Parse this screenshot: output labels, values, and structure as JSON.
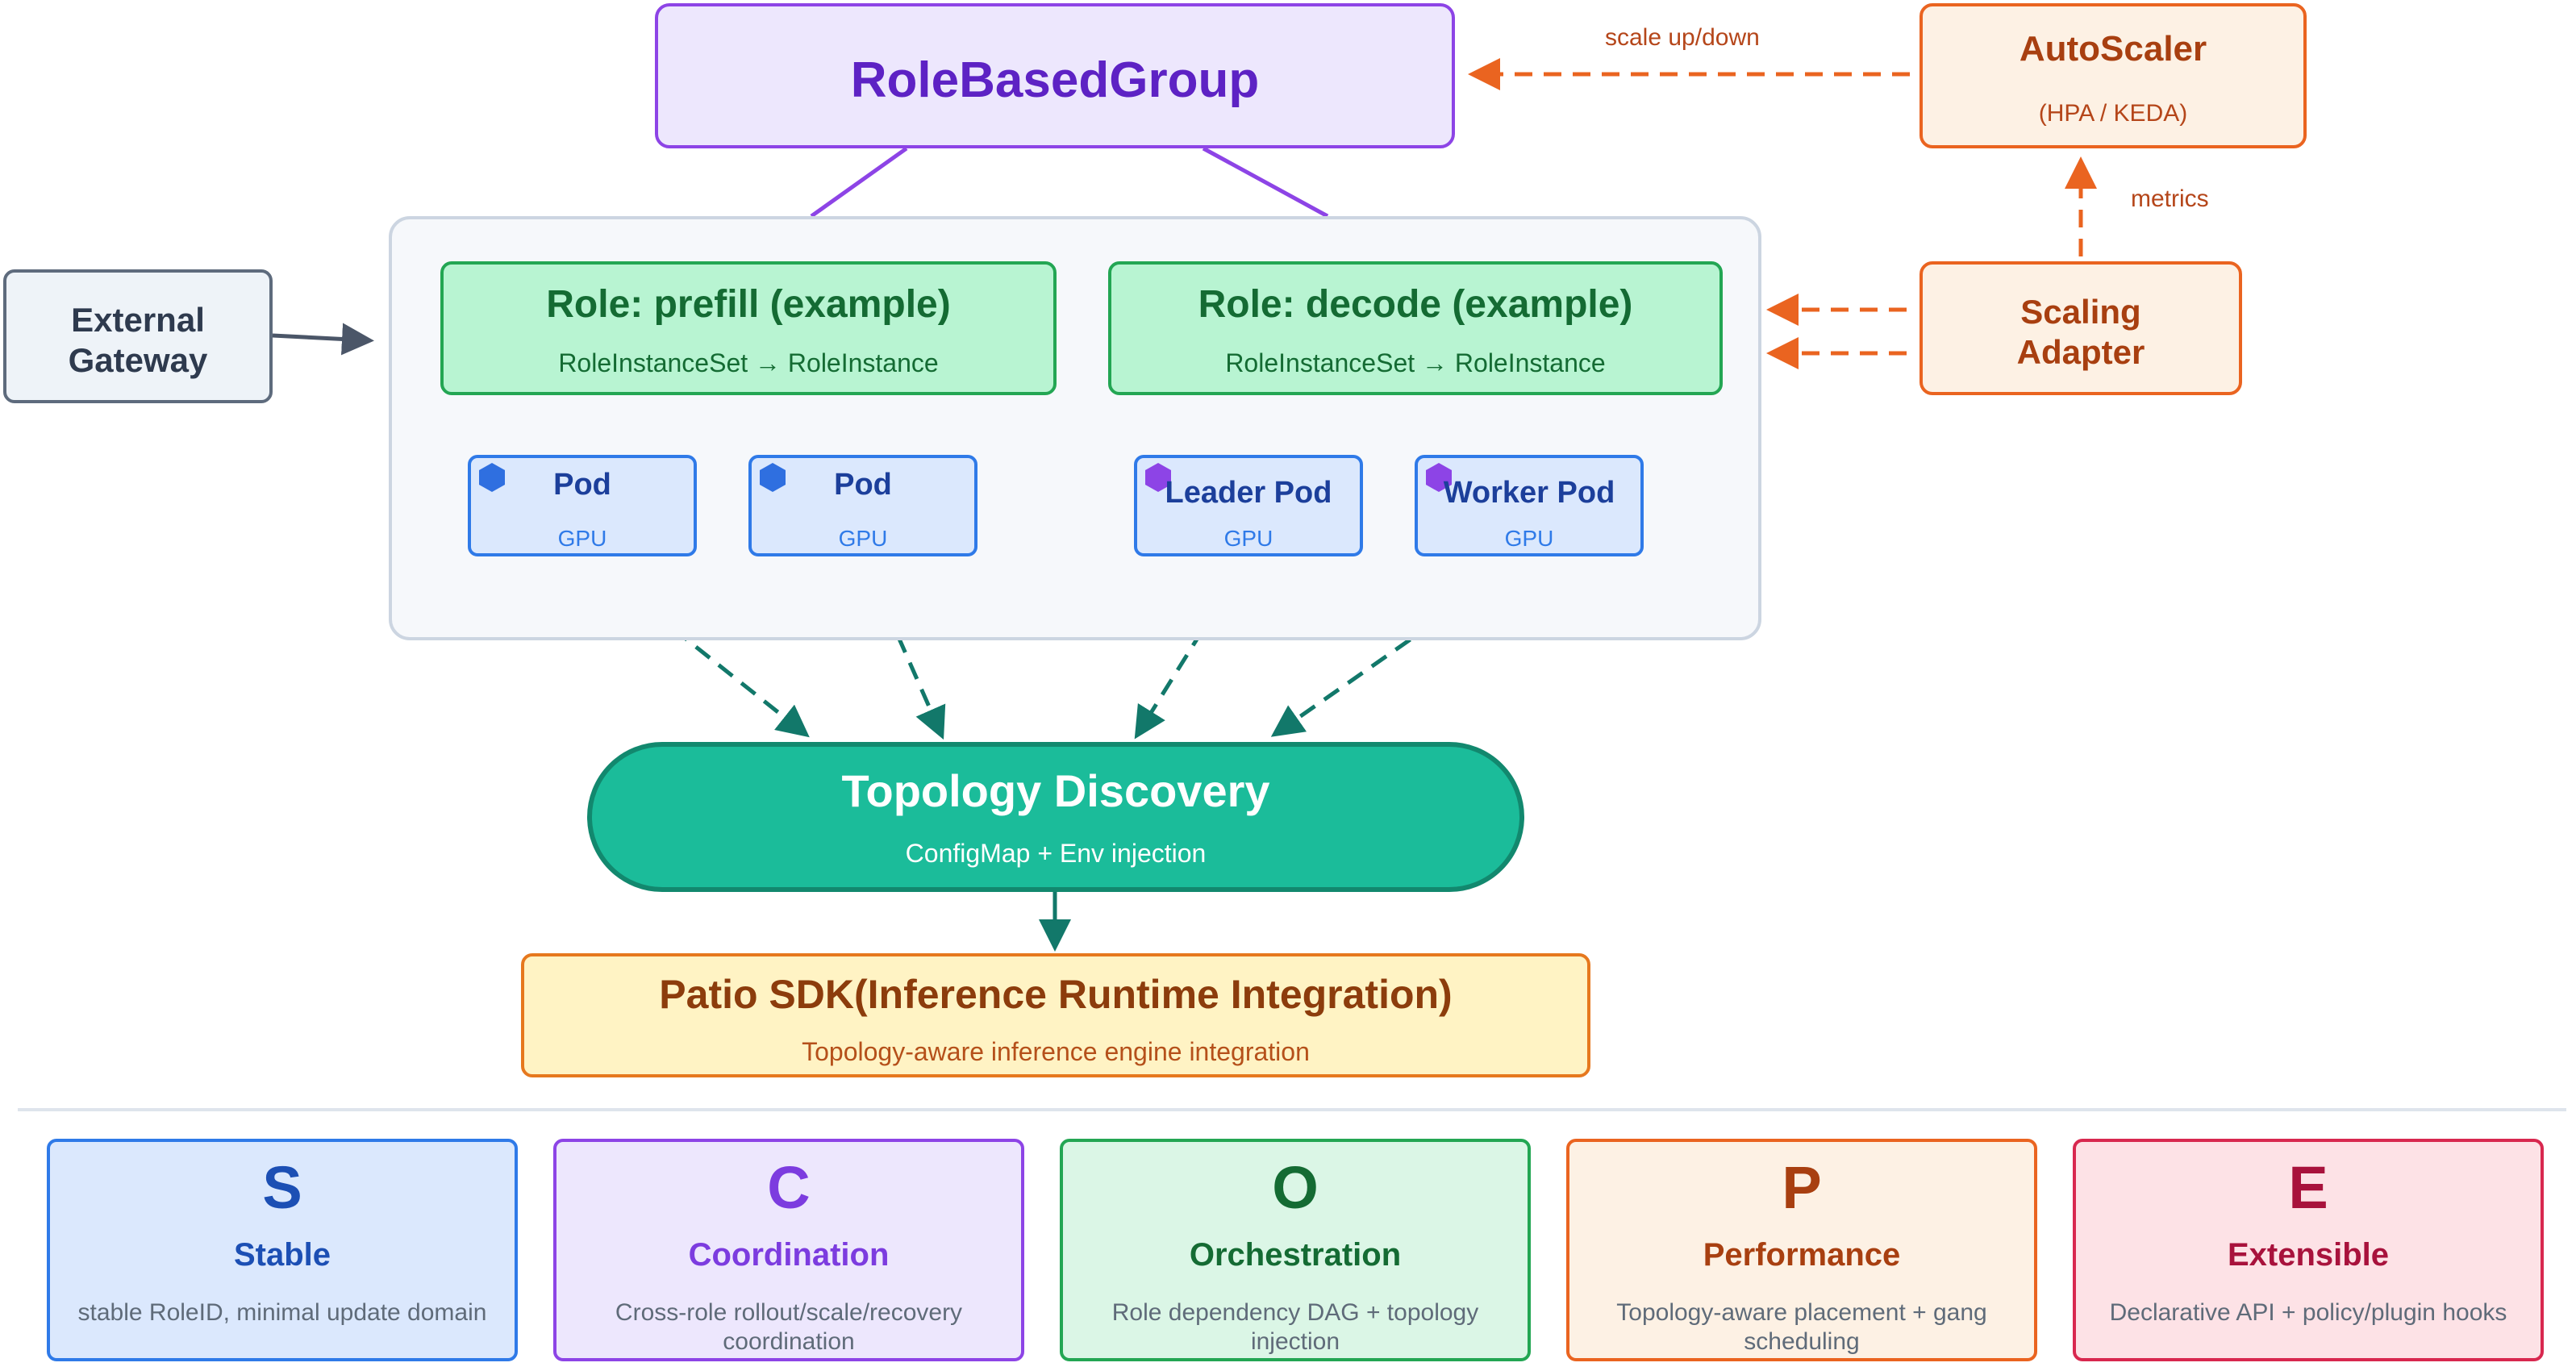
{
  "role_based_group": {
    "title": "RoleBasedGroup"
  },
  "autoscaler": {
    "title": "AutoScaler",
    "subtitle": "(HPA / KEDA)"
  },
  "scaling_adapter": {
    "title": "Scaling Adapter"
  },
  "external_gateway": {
    "title": "External Gateway"
  },
  "edge_labels": {
    "scale": "scale up/down",
    "metrics": "metrics"
  },
  "roles": [
    {
      "title": "Role: prefill (example)",
      "subtitle": "RoleInstanceSet → RoleInstance"
    },
    {
      "title": "Role: decode (example)",
      "subtitle": "RoleInstanceSet → RoleInstance"
    }
  ],
  "pods": [
    {
      "title": "Pod",
      "subtitle": "GPU",
      "icon": "blue-hexagon-icon"
    },
    {
      "title": "Pod",
      "subtitle": "GPU",
      "icon": "blue-hexagon-icon"
    },
    {
      "title": "Leader Pod",
      "subtitle": "GPU",
      "icon": "purple-hexagon-icon"
    },
    {
      "title": "Worker Pod",
      "subtitle": "GPU",
      "icon": "purple-hexagon-icon"
    }
  ],
  "topology": {
    "title": "Topology Discovery",
    "subtitle": "ConfigMap + Env injection"
  },
  "patio": {
    "title": "Patio SDK(Inference Runtime Integration)",
    "subtitle": "Topology-aware inference engine integration"
  },
  "principles": [
    {
      "letter": "S",
      "name": "Stable",
      "description": "stable RoleID, minimal update domain"
    },
    {
      "letter": "C",
      "name": "Coordination",
      "description": "Cross-role rollout/scale/recovery coordination"
    },
    {
      "letter": "O",
      "name": "Orchestration",
      "description": "Role dependency DAG + topology injection"
    },
    {
      "letter": "P",
      "name": "Performance",
      "description": "Topology-aware placement + gang scheduling"
    },
    {
      "letter": "E",
      "name": "Extensible",
      "description": "Declarative API + policy/plugin hooks"
    }
  ],
  "colors": {
    "purple": "#8d44e6",
    "orange": "#ea6420",
    "green": "#23a653",
    "blue": "#2f7ae8",
    "teal": "#1bbc9a",
    "teal_dark": "#12786a",
    "slate": "#4b5668"
  }
}
